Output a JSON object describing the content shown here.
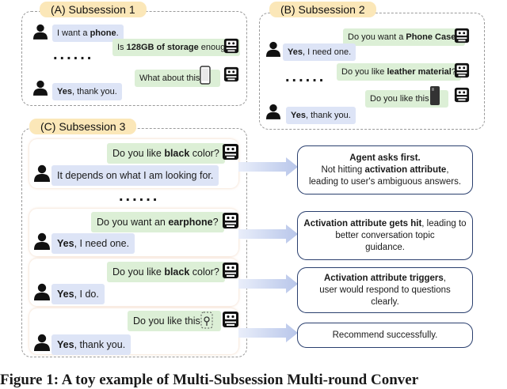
{
  "subsession1": {
    "label": "(A) Subsession 1",
    "msg1": [
      "I want a ",
      "phone",
      "."
    ],
    "msg2": [
      "Is ",
      "128GB of storage",
      " enough?"
    ],
    "dots": "......",
    "msg3": "What about this",
    "msg4": [
      "Yes",
      ", thank you."
    ]
  },
  "subsession2": {
    "label": "(B) Subsession 2",
    "msg1": [
      "Do you want a ",
      "Phone Case",
      "?"
    ],
    "msg2": [
      "Yes",
      ", I need one."
    ],
    "dots": "......",
    "msg3": [
      "Do you like ",
      "leather material",
      "?"
    ],
    "msg4": "Do you like this",
    "msg5": [
      "Yes",
      ", thank you."
    ]
  },
  "subsession3": {
    "label": "(C) Subsession 3",
    "row1": {
      "agent": [
        "Do you like ",
        "black",
        " color?"
      ],
      "user": "It depends on what I am looking for."
    },
    "dots": "......",
    "row2": {
      "agent": [
        "Do you want an ",
        "earphone",
        "?"
      ],
      "user": [
        "Yes",
        ", I need one."
      ]
    },
    "row3": {
      "agent": [
        "Do you like ",
        "black",
        " color?"
      ],
      "user": [
        "Yes",
        ", I do."
      ]
    },
    "row4": {
      "agent": "Do you like this",
      "user": [
        "Yes",
        ", thank you."
      ]
    }
  },
  "notes": {
    "n1": {
      "title": "Agent asks first.",
      "l2": [
        "Not hitting ",
        "activation attribute",
        ","
      ],
      "l3": "leading to user's ambiguous answers."
    },
    "n2": {
      "title": "Activation attribute gets hit",
      "l2": ", leading to better conversation topic",
      "l3": "guidance."
    },
    "n3": {
      "title": "Activation attribute triggers",
      "l2": ",",
      "l3a": "user would respond to questions",
      "l3b": "clearly."
    },
    "n4": {
      "title": "Recommend successfully."
    }
  },
  "caption": "Figure 1: A toy example of Multi-Subsession Multi-round Conver"
}
